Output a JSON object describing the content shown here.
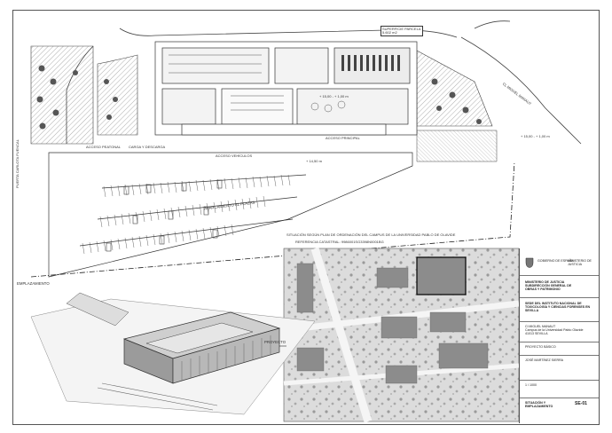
{
  "site_plan": {
    "parcel_label": "SUPERFICIE PARCELA",
    "parcel_area": "5.602 m2",
    "parking_label": "APARCAMIENTO 81 PLAZAS",
    "street_left": "PUERTA CARLOTA FUENCAL",
    "street_right": "CL MIGUEL MANAUT",
    "access_main": "ACCESO PRINCIPAL",
    "access_vehicles": "ACCESO VEHÍCULOS",
    "access_service": "ACCESO PEATONAL",
    "loading": "CARGA Y DESCARGA",
    "dim_top": "+ 15,00 - + 1,00 m",
    "dim_mid": "+ 14,50 m",
    "dim_right": "+ 15,00 - + 1,00 m"
  },
  "location": {
    "title": "SITUACIÓN SEGÚN PLAN DE ORDENACIÓN DEL CAMPUS DE LA UNIVERSIDAD PABLO DE OLAVIDE",
    "cadastral": "REFERENCIA CATASTRAL: 9986001SG3398N0001BG",
    "project_label": "PROYECTO"
  },
  "axonometric_label": "EMPLAZAMIENTO",
  "title_block": {
    "ministry_1": "GOBIERNO DE ESPAÑA",
    "ministry_2": "MINISTERIO DE JUSTICIA",
    "subdirection": "MINISTERIO DE JUSTICIA\nSUBDIRECCIÓN GENERAL DE\nOBRAS Y PATRIMONIO",
    "project_title": "SEDE DEL INSTITUTO NACIONAL DE\nTOXICOLOGÍA Y CIENCIAS FORENSES EN\nSEVILLA",
    "address": "Cl MIGUEL MANAUT\nCampus de la Universidad Pablo Olavide\n41013 SEVILLA",
    "phase": "PROYECTO BÁSICO",
    "architect": "JOSÉ MARTÍNEZ SIERRA",
    "scale_label": "1 / 1000",
    "drawing_title": "SITUACIÓN Y\nEMPLAZAMIENTO",
    "sheet_number": "SE-01"
  }
}
